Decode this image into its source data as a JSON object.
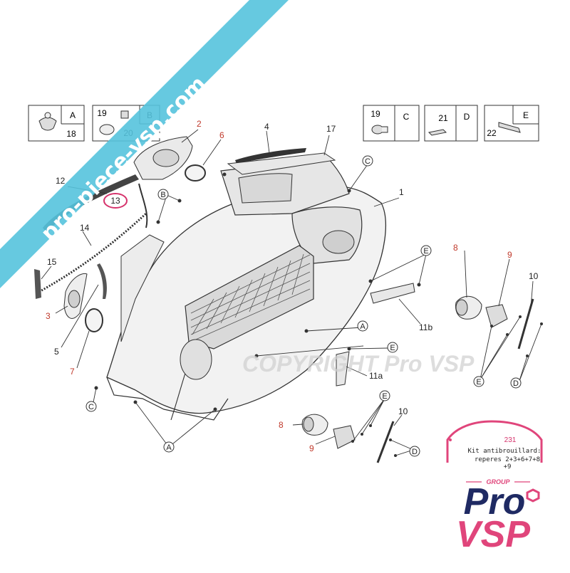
{
  "watermark": {
    "url": "pro-piece-vsp.com",
    "copyright": "COPYRIGHT Pro VSP"
  },
  "legend_boxes": [
    {
      "letter": "A",
      "parts": [
        "18"
      ]
    },
    {
      "letter": "B",
      "parts": [
        "19",
        "20"
      ]
    },
    {
      "letter": "C",
      "parts": [
        "19"
      ]
    },
    {
      "letter": "D",
      "parts": [
        "21"
      ]
    },
    {
      "letter": "E",
      "parts": [
        "22"
      ]
    }
  ],
  "callouts": {
    "p1": "1",
    "p2": "2",
    "p3": "3",
    "p4": "4",
    "p5": "5",
    "p6": "6",
    "p7": "7",
    "p8a": "8",
    "p8b": "8",
    "p9a": "9",
    "p9b": "9",
    "p10a": "10",
    "p10b": "10",
    "p11a": "11a",
    "p11b": "11b",
    "p12": "12",
    "p13": "13",
    "p14": "14",
    "p15": "15",
    "p17": "17"
  },
  "fastener_tags": {
    "b": "B",
    "c1": "C",
    "c2": "C",
    "e1": "E",
    "e2": "E",
    "e3": "E",
    "e4": "E",
    "a1": "A",
    "a2": "A",
    "d1": "D",
    "d2": "D"
  },
  "logo": {
    "badge_number": "231",
    "group_label": "GROUP",
    "word_top": "Pro",
    "word_bottom": "VSP",
    "kit_note_line1": "Kit antibrouillard:",
    "kit_note_line2": "reperes 2+3+6+7+8",
    "kit_note_line3": "+9"
  },
  "colors": {
    "line": "#333333",
    "red_label": "#c0392b",
    "highlight": "#d6336c",
    "banner": "#55c3dd",
    "logo_navy": "#1f2a63",
    "logo_pink": "#e0457b"
  }
}
